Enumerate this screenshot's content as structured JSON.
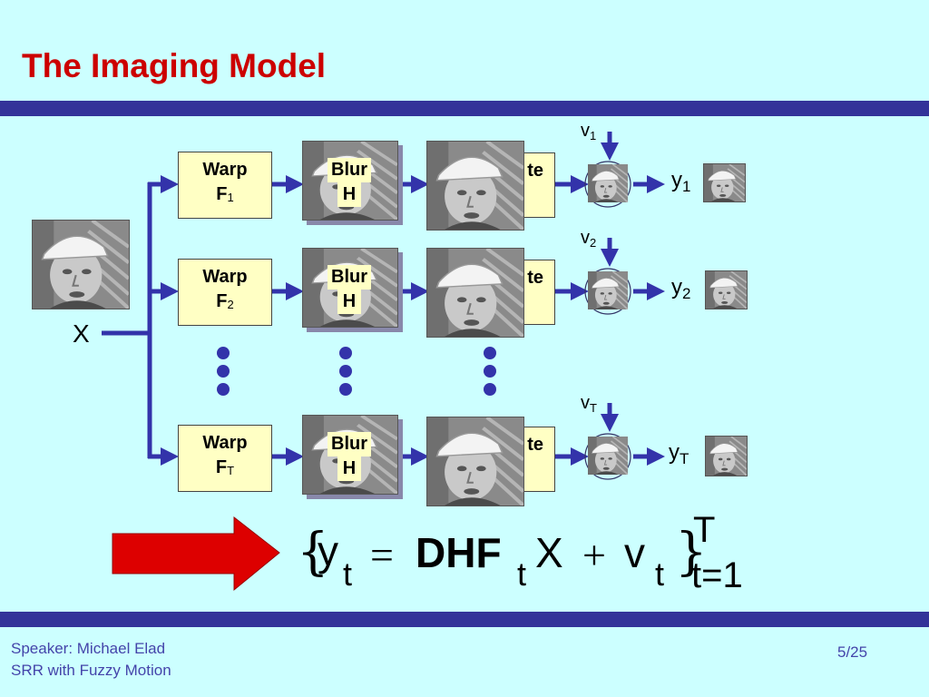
{
  "slide": {
    "title": "The Imaging Model",
    "speaker": "Speaker: Michael Elad",
    "subtitle": "SRR with Fuzzy Motion",
    "page": "5/25"
  },
  "diagram": {
    "input_label": "X",
    "rows": [
      {
        "warp_label": "Warp",
        "warp_symbol": "F",
        "warp_index": "1",
        "blur_label": "Blur",
        "blur_symbol": "H",
        "decimate_partial": "te",
        "noise_symbol": "v",
        "noise_index": "1",
        "output_symbol": "y",
        "output_index": "1"
      },
      {
        "warp_label": "Warp",
        "warp_symbol": "F",
        "warp_index": "2",
        "blur_label": "Blur",
        "blur_symbol": "H",
        "decimate_partial": "te",
        "noise_symbol": "v",
        "noise_index": "2",
        "output_symbol": "y",
        "output_index": "2"
      },
      {
        "warp_label": "Warp",
        "warp_symbol": "F",
        "warp_index": "T",
        "blur_label": "Blur",
        "blur_symbol": "H",
        "decimate_partial": "te",
        "noise_symbol": "v",
        "noise_index": "T",
        "output_symbol": "y",
        "output_index": "T"
      }
    ]
  },
  "equation": {
    "open_brace": "{",
    "y": "y",
    "y_sub": "t",
    "equals": "=",
    "operator": "DHF",
    "operator_sub": "t",
    "x": "X",
    "plus": "+",
    "v": "v",
    "v_sub": "t",
    "close_brace": "}",
    "upper": "T",
    "lower": "t=1"
  },
  "colors": {
    "background": "#ccffff",
    "title": "#cc0000",
    "rule": "#333399",
    "arrow": "#3333aa",
    "box": "#ffffc4",
    "big_arrow": "#dd0000"
  }
}
